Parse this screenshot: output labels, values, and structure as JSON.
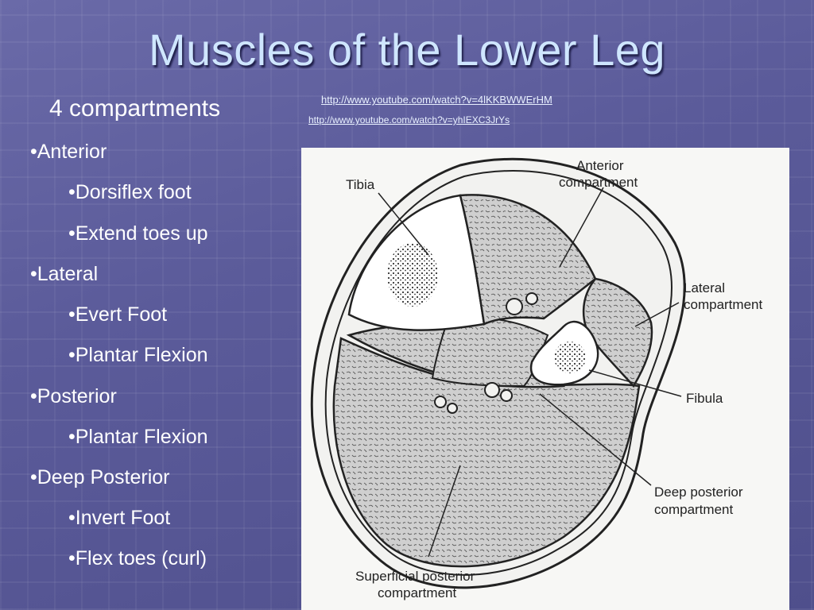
{
  "slide": {
    "title": "Muscles of the Lower Leg",
    "subtitle": "4 compartments",
    "links": [
      "http://www.youtube.com/watch?v=4lKKBWWErHM",
      "http://www.youtube.com/watch?v=yhIEXC3JrYs"
    ],
    "bullets": [
      {
        "text": "•Anterior",
        "level": 1
      },
      {
        "text": "•Dorsiflex foot",
        "level": 2
      },
      {
        "text": "•Extend toes up",
        "level": 2
      },
      {
        "text": "•Lateral",
        "level": 1
      },
      {
        "text": "•Evert Foot",
        "level": 2
      },
      {
        "text": "•Plantar Flexion",
        "level": 2
      },
      {
        "text": "•Posterior",
        "level": 1
      },
      {
        "text": "•Plantar Flexion",
        "level": 2
      },
      {
        "text": "•Deep Posterior",
        "level": 1
      },
      {
        "text": "•Invert Foot",
        "level": 2
      },
      {
        "text": "•Flex toes (curl)",
        "level": 2
      }
    ]
  },
  "figure": {
    "labels": {
      "tibia": "Tibia",
      "anterior_1": "Anterior",
      "anterior_2": "compartment",
      "lateral_1": "Lateral",
      "lateral_2": "compartment",
      "fibula": "Fibula",
      "deep_1": "Deep posterior",
      "deep_2": "compartment",
      "superficial_1": "Superficial posterior",
      "superficial_2": "compartment"
    }
  }
}
